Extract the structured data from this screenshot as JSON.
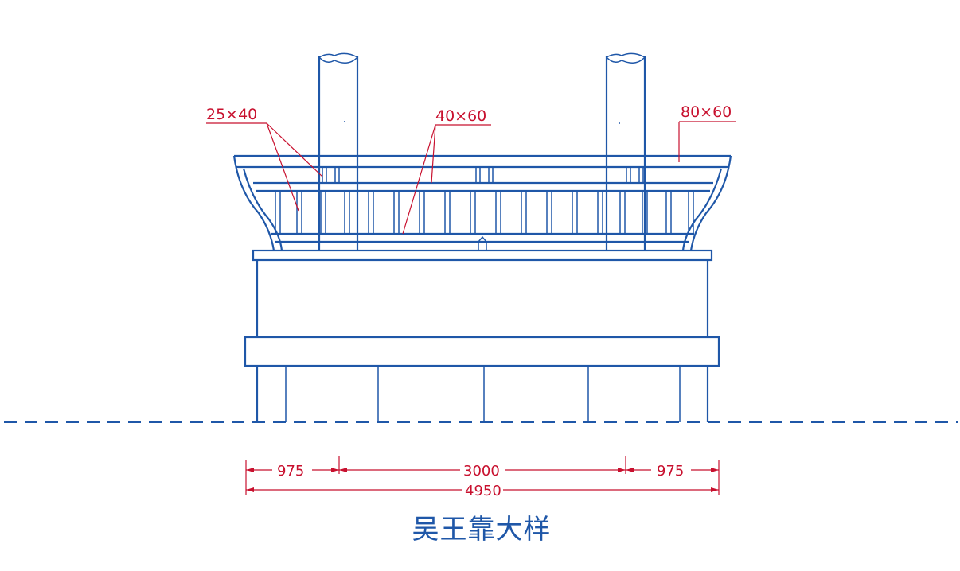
{
  "title": "吴王靠大样",
  "colors": {
    "structure": "#1f57a8",
    "annotation": "#c8102e"
  },
  "callouts": {
    "c1": "25×40",
    "c2": "40×60",
    "c3": "80×60"
  },
  "dimensions": {
    "d1": "975",
    "d2": "3000",
    "d3": "975",
    "total": "4950"
  }
}
